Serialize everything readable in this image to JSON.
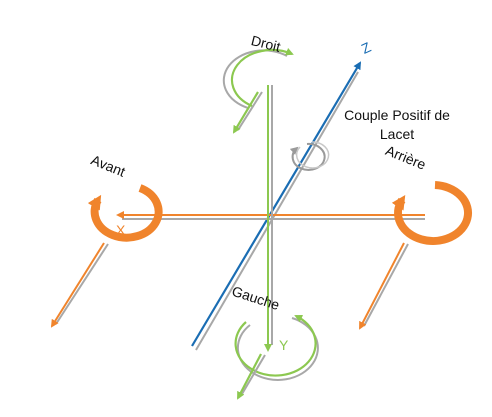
{
  "labels": {
    "front": "Avant",
    "rear": "Arrière",
    "right": "Droit",
    "left": "Gauche",
    "yaw_line1": "Couple Positif de",
    "yaw_line2": "Lacet"
  },
  "axes": {
    "x": "X",
    "y": "Y",
    "z": "Z"
  },
  "colors": {
    "orange": "#f0842c",
    "green": "#8cc850",
    "blue": "#1a6db3",
    "gray": "#a8a8a8"
  }
}
